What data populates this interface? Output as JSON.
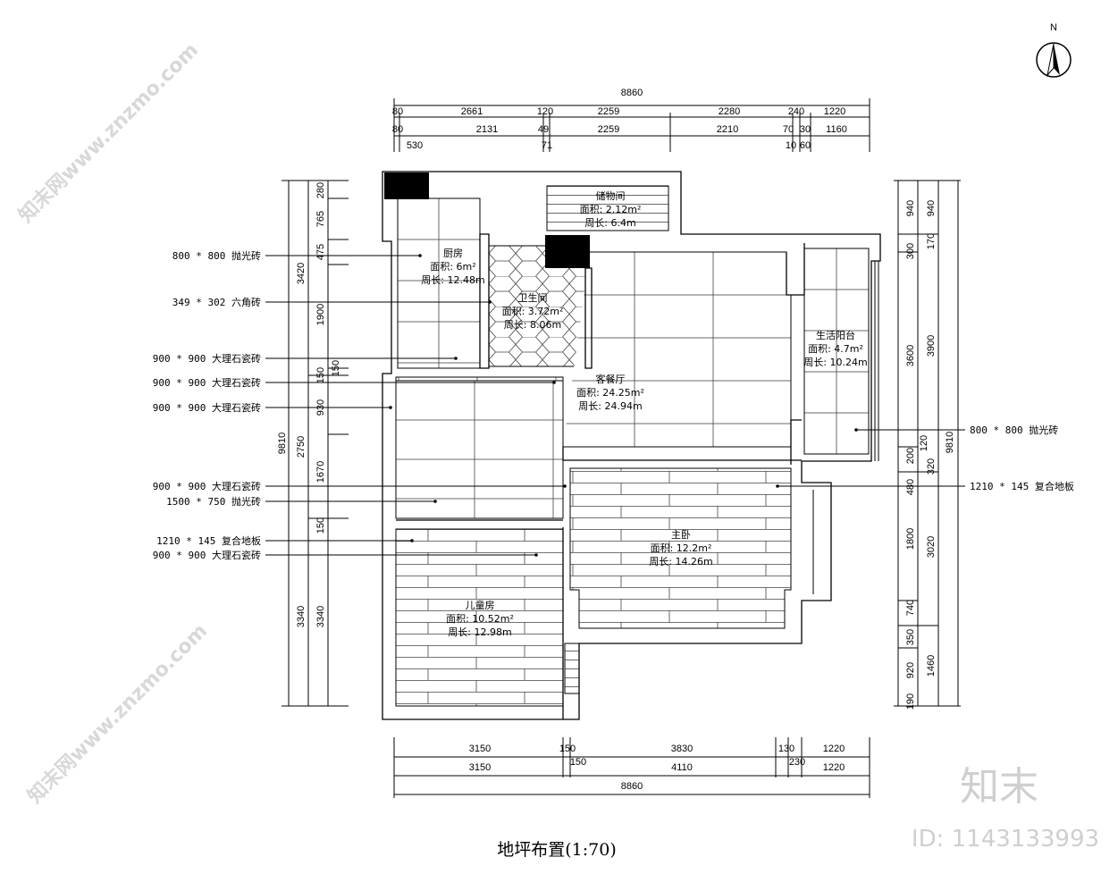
{
  "title": "地坪布置(1:70)",
  "north_label": "N",
  "watermark": {
    "brand": "知末",
    "id": "ID: 1143133993",
    "diagonal": "知末网www.znzmo.com"
  },
  "rooms": [
    {
      "name": "储物间",
      "area": "面积: 2.12m²",
      "perimeter": "周长: 6.4m"
    },
    {
      "name": "厨房",
      "area": "面积: 6m²",
      "perimeter": "周长: 12.48m"
    },
    {
      "name": "卫生间",
      "area": "面积: 3.72m²",
      "perimeter": "周长: 8.06m"
    },
    {
      "name": "客餐厅",
      "area": "面积: 24.25m²",
      "perimeter": "周长: 24.94m"
    },
    {
      "name": "生活阳台",
      "area": "面积: 4.7m²",
      "perimeter": "周长: 10.24m"
    },
    {
      "name": "主卧",
      "area": "面积: 12.2m²",
      "perimeter": "周长: 14.26m"
    },
    {
      "name": "儿童房",
      "area": "面积: 10.52m²",
      "perimeter": "周长: 12.98m"
    }
  ],
  "callouts_left": [
    "800 * 800 抛光砖",
    "349 * 302 六角砖",
    "900 * 900 大理石瓷砖",
    "900 * 900 大理石瓷砖",
    "900 * 900 大理石瓷砖",
    "900 * 900 大理石瓷砖",
    "1500 * 750 抛光砖",
    "1210 * 145 复合地板",
    "900 * 900 大理石瓷砖"
  ],
  "callouts_right": [
    "800 * 800 抛光砖",
    "1210 * 145 复合地板"
  ],
  "dims_top": [
    "8860",
    "80",
    "2661",
    "120",
    "2259",
    "2280",
    "240",
    "1220",
    "80",
    "2131",
    "49",
    "2259",
    "2210",
    "70",
    "30",
    "1160",
    "530",
    "71",
    "10",
    "60"
  ],
  "dims_bottom": [
    "3150",
    "150",
    "3830",
    "130",
    "1220",
    "3150",
    "150",
    "4110",
    "230",
    "1220",
    "8860"
  ],
  "dims_left": [
    "280",
    "765",
    "475",
    "3420",
    "1900",
    "150",
    "150",
    "930",
    "9810",
    "2750",
    "1670",
    "150",
    "3340",
    "3340"
  ],
  "dims_right": [
    "940",
    "300",
    "3600",
    "200",
    "480",
    "1800",
    "740",
    "350",
    "920",
    "190",
    "940",
    "170",
    "3900",
    "120",
    "320",
    "3020",
    "1460",
    "9810"
  ]
}
